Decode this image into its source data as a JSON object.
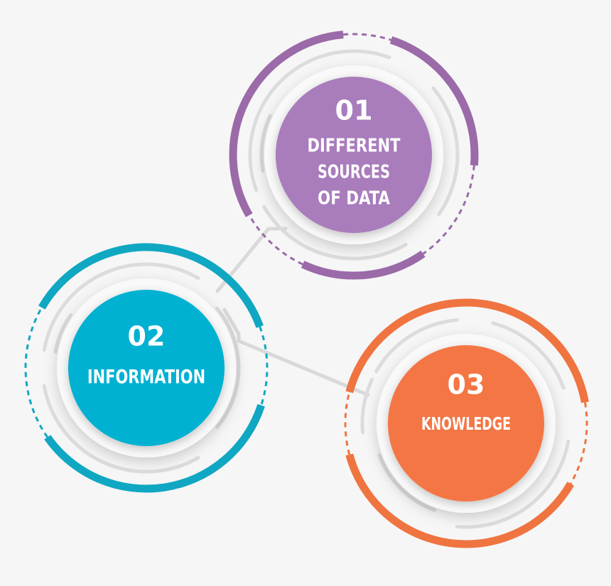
{
  "colors": {
    "background": "#f6f6f6",
    "connector": "#d9d9d9",
    "ring_light": "#dcdcdc"
  },
  "steps": [
    {
      "number": "01",
      "label_lines": [
        "DIFFERENT",
        "SOURCES",
        "OF DATA"
      ],
      "color": "#a97cbc",
      "ring_color": "#9b6aa8"
    },
    {
      "number": "02",
      "label_lines": [
        "INFORMATION"
      ],
      "color": "#00b1d2",
      "ring_color": "#0fa7c2"
    },
    {
      "number": "03",
      "label_lines": [
        "KNOWLEDGE"
      ],
      "color": "#f47644",
      "ring_color": "#ef7440"
    }
  ]
}
